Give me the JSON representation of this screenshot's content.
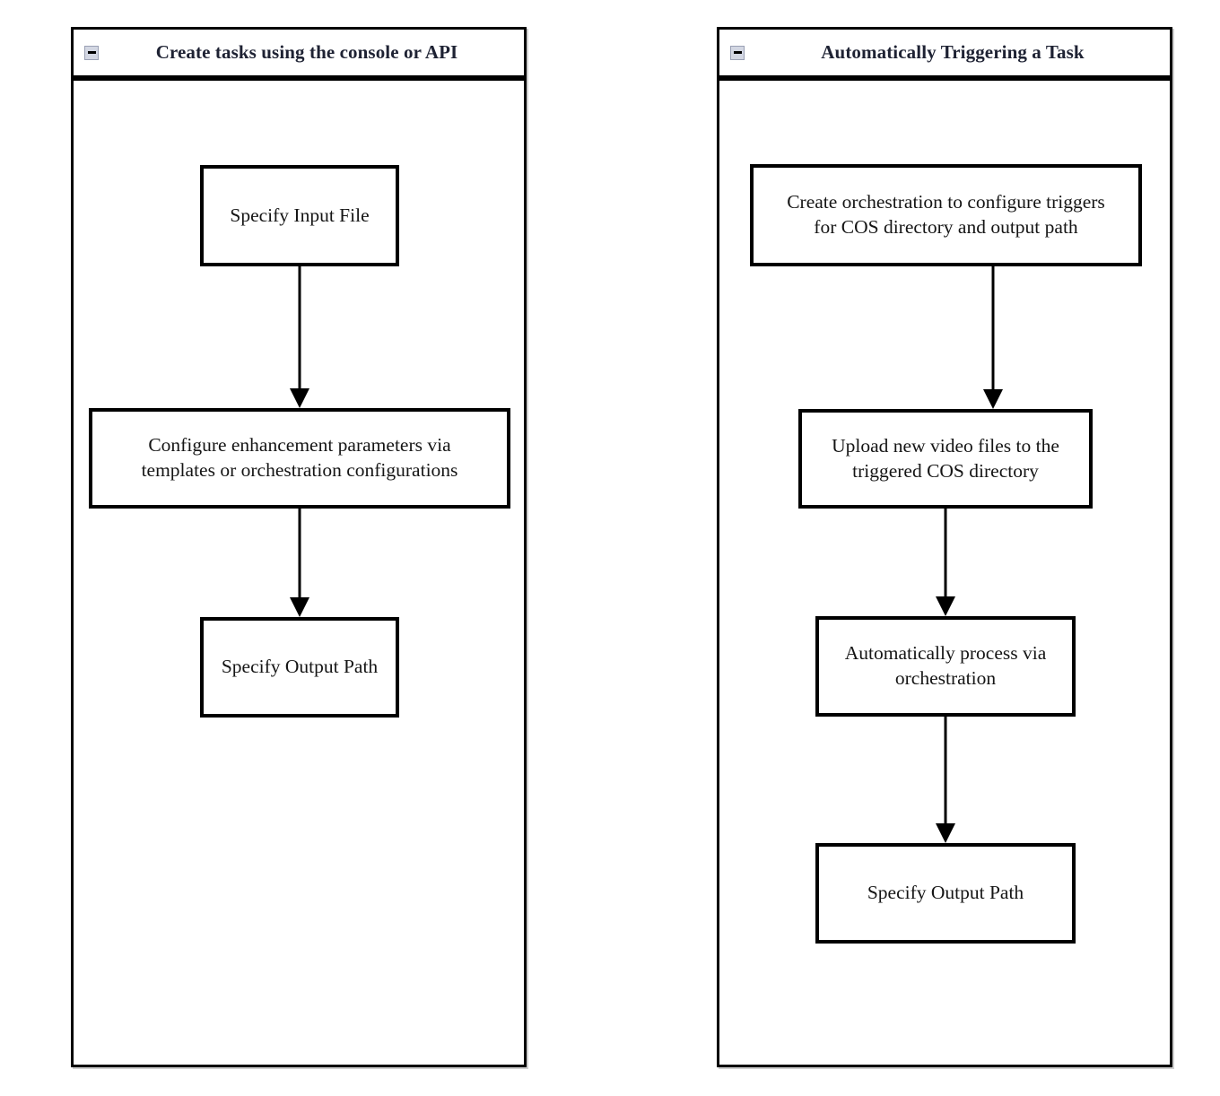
{
  "diagram": {
    "title_left": "Create tasks using the console or API",
    "title_right": "Automatically Triggering a Task",
    "collapse_icon_name": "collapse-minus-icon",
    "colors": {
      "border": "#000000",
      "background": "#ffffff",
      "title_text": "#1e2233",
      "node_text": "#151515",
      "icon_fill": "#d3d7e3",
      "icon_border": "#9aa0b4",
      "panel_shadow": "#cfcfcf"
    }
  },
  "panels": [
    {
      "id": "create-tasks",
      "title": "Create tasks using the console or API",
      "nodes": [
        {
          "id": "specify-input-file",
          "label": "Specify Input File"
        },
        {
          "id": "configure-enhancement",
          "label": "Configure enhancement parameters via\ntemplates or orchestration configurations"
        },
        {
          "id": "specify-output-path",
          "label": "Specify Output Path"
        }
      ],
      "connectors": [
        {
          "id": "arrow-input-to-configure",
          "from": "specify-input-file",
          "to": "configure-enhancement"
        },
        {
          "id": "arrow-configure-to-output",
          "from": "configure-enhancement",
          "to": "specify-output-path"
        }
      ]
    },
    {
      "id": "auto-trigger",
      "title": "Automatically Triggering a Task",
      "nodes": [
        {
          "id": "create-orchestration",
          "label": "Create orchestration to configure triggers\nfor COS directory and output path"
        },
        {
          "id": "upload-video-files",
          "label": "Upload new video files to   the\ntriggered COS directory"
        },
        {
          "id": "auto-process",
          "label": "Automatically process via\norchestration"
        },
        {
          "id": "specify-output-path-2",
          "label": "Specify Output Path"
        }
      ],
      "connectors": [
        {
          "id": "arrow-orchestration-to-upload",
          "from": "create-orchestration",
          "to": "upload-video-files"
        },
        {
          "id": "arrow-upload-to-process",
          "from": "upload-video-files",
          "to": "auto-process"
        },
        {
          "id": "arrow-process-to-output",
          "from": "auto-process",
          "to": "specify-output-path-2"
        }
      ]
    }
  ]
}
